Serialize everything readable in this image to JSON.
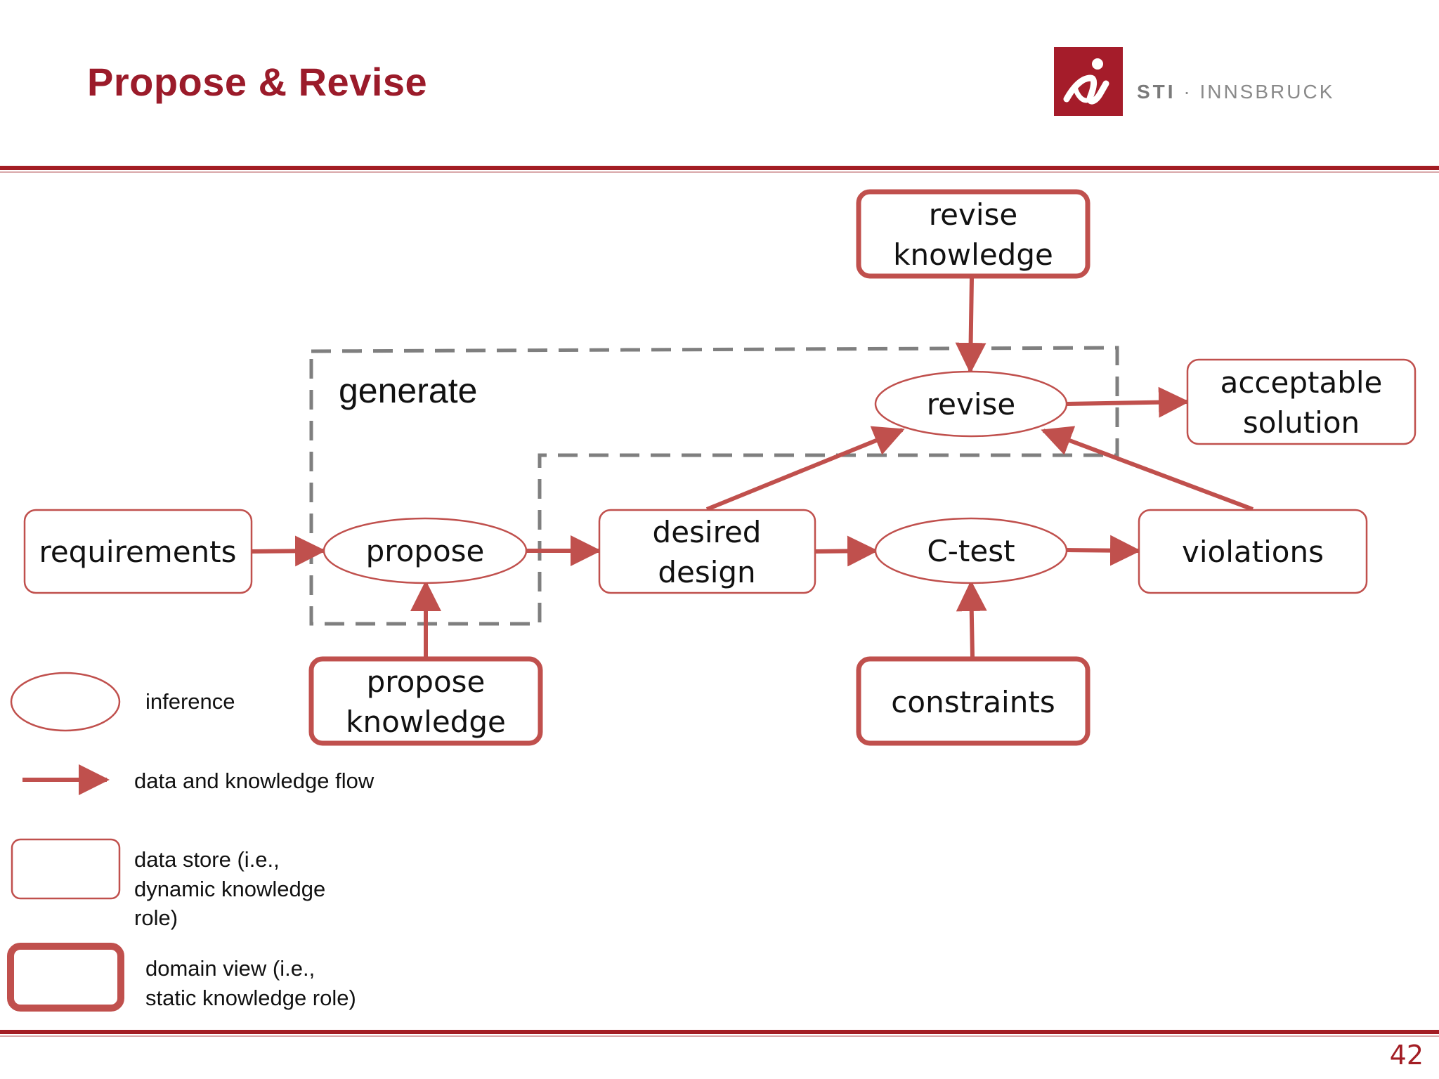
{
  "slide": {
    "title": "Propose & Revise",
    "page_number": "42",
    "accent": "#a31d24",
    "node_stroke": "#c0504d",
    "dashed_stroke": "#7f7f7f"
  },
  "logo": {
    "abbr": "STI",
    "separator": "·",
    "name": "INNSBRUCK"
  },
  "diagram": {
    "group_label": "generate",
    "nodes": {
      "revise_knowledge": [
        "revise",
        "knowledge"
      ],
      "revise": [
        "revise"
      ],
      "acceptable_solution": [
        "acceptable",
        "solution"
      ],
      "requirements": [
        "requirements"
      ],
      "propose": [
        "propose"
      ],
      "desired_design": [
        "desired",
        "design"
      ],
      "c_test": [
        "C-test"
      ],
      "violations": [
        "violations"
      ],
      "propose_knowledge": [
        "propose",
        "knowledge"
      ],
      "constraints": [
        "constraints"
      ]
    }
  },
  "legend": {
    "inference": [
      "inference"
    ],
    "flow": [
      "data and knowledge flow"
    ],
    "data_store": [
      "data store (i.e.,",
      "dynamic knowledge",
      "role)"
    ],
    "domain_view": [
      "domain view (i.e.,",
      "static knowledge role)"
    ]
  }
}
